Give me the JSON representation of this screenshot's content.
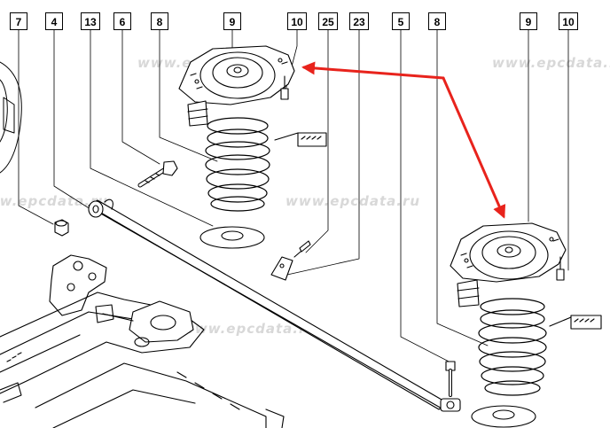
{
  "callouts": [
    "7",
    "4",
    "13",
    "6",
    "8",
    "9",
    "10",
    "25",
    "23",
    "5",
    "8",
    "9",
    "10"
  ],
  "watermarks": [
    "www.epcdata.ru",
    "www.epcdata.ru",
    "www.epcdata.ru",
    "www.epcdata.ru",
    "www.epcdata.ru"
  ],
  "colors": {
    "arrow": "#e8231c",
    "line": "#000000",
    "watermark": "#d8d8d8"
  },
  "icons": [
    "coil-spring",
    "spring-upper-mount",
    "bump-stop",
    "spring-seat",
    "bolt",
    "nut",
    "bracket",
    "torsion-beam",
    "frame",
    "tag-label"
  ]
}
